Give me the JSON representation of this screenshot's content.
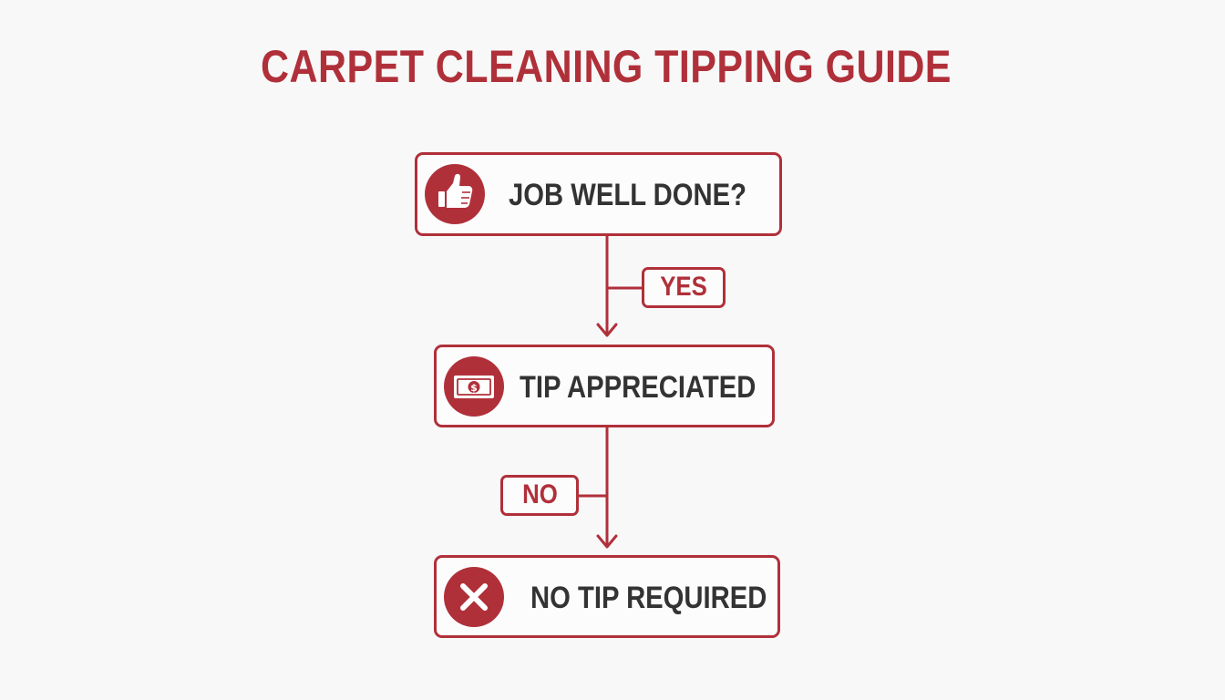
{
  "title": "CARPET CLEANING TIPPING GUIDE",
  "colors": {
    "accent": "#b0303a",
    "text": "#333333",
    "background": "#f8f8f8"
  },
  "nodes": [
    {
      "label": "JOB WELL DONE?",
      "icon": "thumbs-up-icon"
    },
    {
      "label": "TIP APPRECIATED",
      "icon": "money-bill-icon"
    },
    {
      "label": "NO TIP REQUIRED",
      "icon": "close-x-icon"
    }
  ],
  "edges": [
    {
      "label": "YES"
    },
    {
      "label": "NO"
    }
  ]
}
